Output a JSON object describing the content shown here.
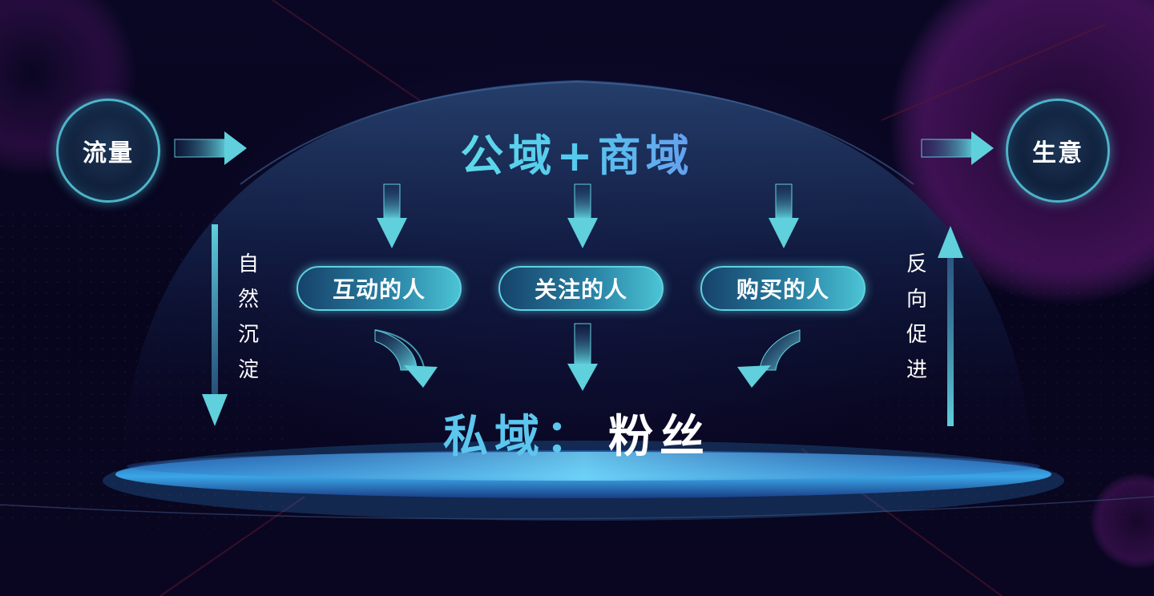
{
  "nodes": {
    "source": "流量",
    "target": "生意"
  },
  "title": "公域+商域",
  "groups": [
    {
      "label": "互动的人"
    },
    {
      "label": "关注的人"
    },
    {
      "label": "购买的人"
    }
  ],
  "side_labels": {
    "left": "自然沉淀",
    "right": "反向促进"
  },
  "private_domain": {
    "label": "私域：",
    "value": "粉丝"
  },
  "colors": {
    "background": "#07051d",
    "accent_cyan": "#5ee0e6",
    "accent_blue": "#5cc6ee",
    "platform": "#3aa6e6",
    "glow_purple": "#7a1f8c"
  }
}
